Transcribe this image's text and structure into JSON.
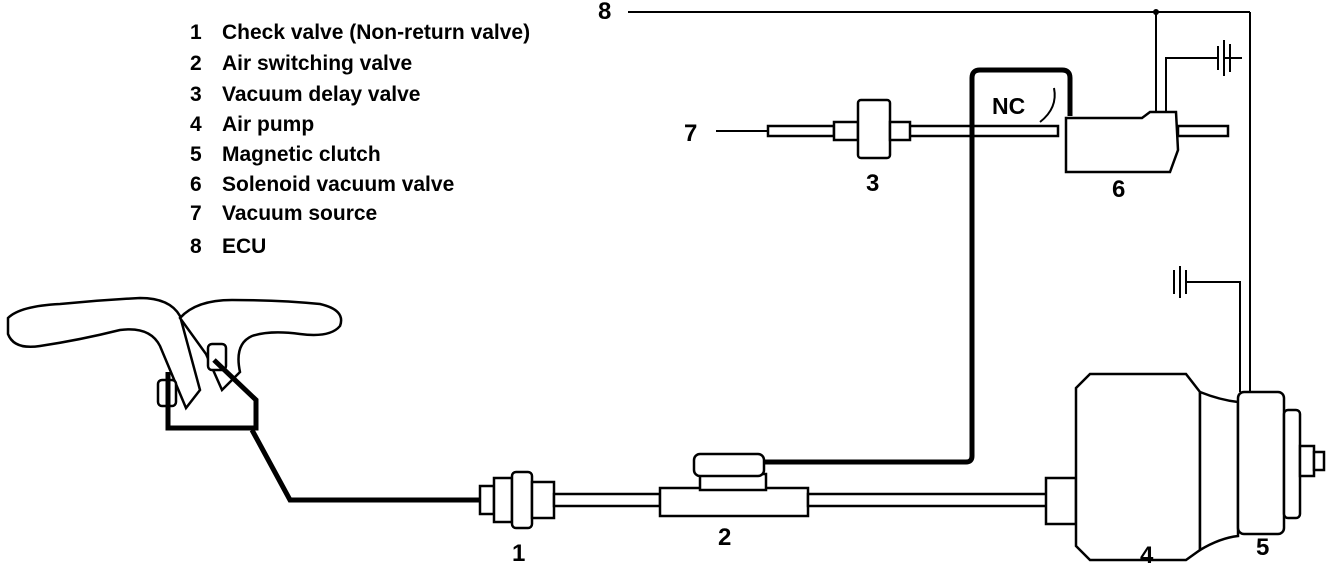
{
  "legend": [
    {
      "num": "1",
      "label": "Check valve (Non-return valve)"
    },
    {
      "num": "2",
      "label": "Air switching valve"
    },
    {
      "num": "3",
      "label": "Vacuum delay valve"
    },
    {
      "num": "4",
      "label": "Air pump"
    },
    {
      "num": "5",
      "label": "Magnetic clutch"
    },
    {
      "num": "6",
      "label": "Solenoid vacuum valve"
    },
    {
      "num": "7",
      "label": "Vacuum source"
    },
    {
      "num": "8",
      "label": "ECU"
    }
  ],
  "callouts": {
    "c1": "1",
    "c2": "2",
    "c3": "3",
    "c4": "4",
    "c5": "5",
    "c6": "6",
    "c7": "7",
    "c8": "8"
  },
  "nc_label": "NC"
}
